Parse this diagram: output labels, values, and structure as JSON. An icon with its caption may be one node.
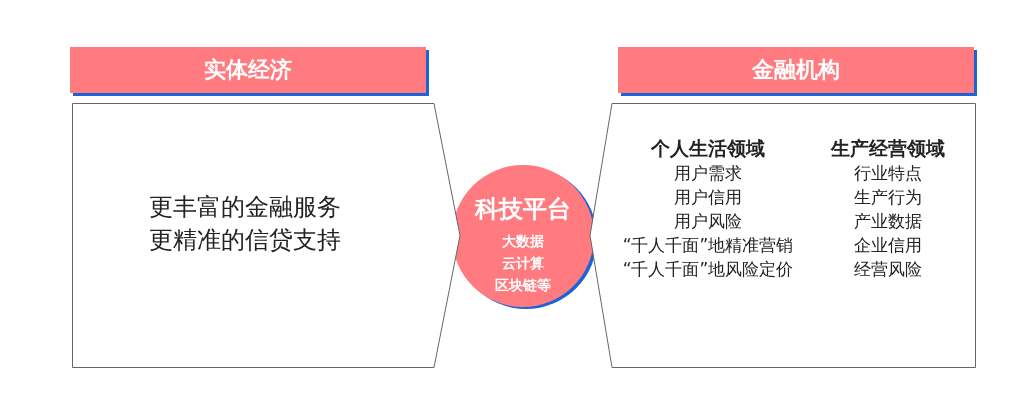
{
  "diagram": {
    "nodes": [
      {
        "text": [
          "实体经济"
        ]
      },
      {
        "text": [
          "更丰富的金融服务",
          "更精准的信贷支持"
        ]
      },
      {
        "text": [
          "科技平台",
          "大数据",
          "云计算",
          "区块链等"
        ]
      },
      {
        "text": [
          "金融机构"
        ]
      },
      {
        "text": [
          "个人生活领域",
          "用户需求",
          "用户信用",
          "用户风险",
          "“千人千面”地精准营销",
          "“千人千面”地风险定价",
          "生产经营领域",
          "行业特点",
          "生产行为",
          "产业数据",
          "企业信用",
          "经营风险"
        ]
      }
    ],
    "edges": []
  }
}
